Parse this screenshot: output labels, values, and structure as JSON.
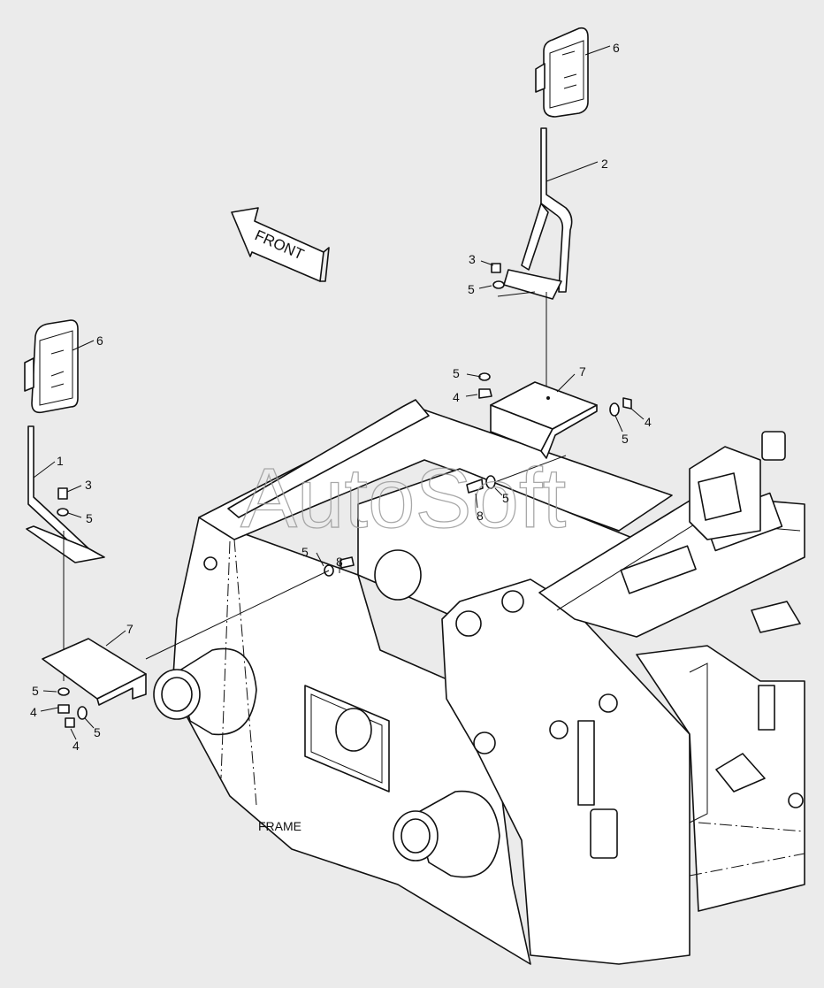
{
  "diagram": {
    "watermark": "AutoSoft",
    "arrow_text": "FRONT",
    "frame_label": "FRAME",
    "callouts": {
      "c6a": "6",
      "c2": "2",
      "c3a": "3",
      "c5a": "5",
      "c5b": "5",
      "c4a": "4",
      "c7a": "7",
      "c4b": "4",
      "c5c": "5",
      "c5d": "5",
      "c8a": "8",
      "c6b": "6",
      "c1": "1",
      "c3b": "3",
      "c5e": "5",
      "c8b": "8",
      "c5f": "5",
      "c7b": "7",
      "c5g": "5",
      "c4c": "4",
      "c5h": "5",
      "c4d": "4"
    }
  }
}
